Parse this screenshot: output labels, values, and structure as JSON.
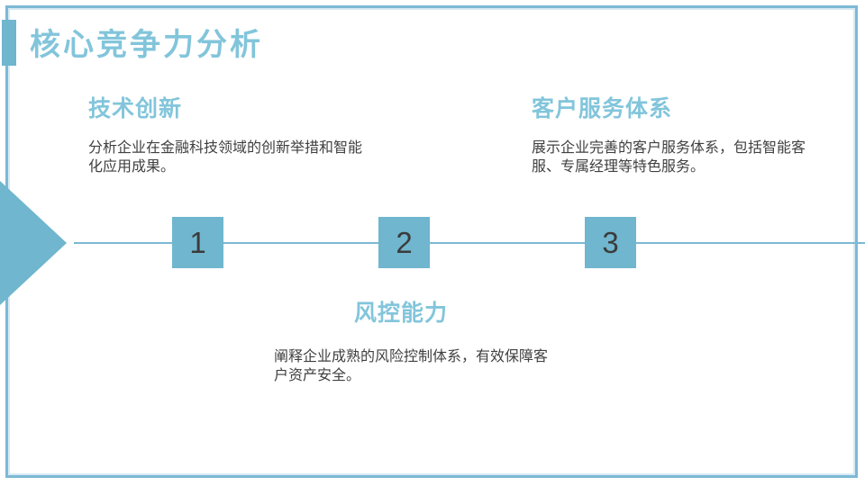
{
  "slide": {
    "title": "核心竞争力分析",
    "sections": [
      {
        "number": "1",
        "heading": "技术创新",
        "body": "分析企业在金融科技领域的创新举措和智能化应用成果。",
        "position": "top-left"
      },
      {
        "number": "2",
        "heading": "风控能力",
        "body": "阐释企业成熟的风险控制体系，有效保障客户资产安全。",
        "position": "bottom-center"
      },
      {
        "number": "3",
        "heading": "客户服务体系",
        "body": "展示企业完善的客户服务体系，包括智能客服、专属经理等特色服务。",
        "position": "top-right"
      }
    ],
    "colors": {
      "frame_border": "#7cb9d5",
      "frame_inner_highlight": "#d7eaf4",
      "accent_shapes": "#6fb6ce",
      "headings": "#82c5db",
      "body_text": "#404040",
      "number_text": "#3b3b3b",
      "background": "#ffffff"
    }
  }
}
